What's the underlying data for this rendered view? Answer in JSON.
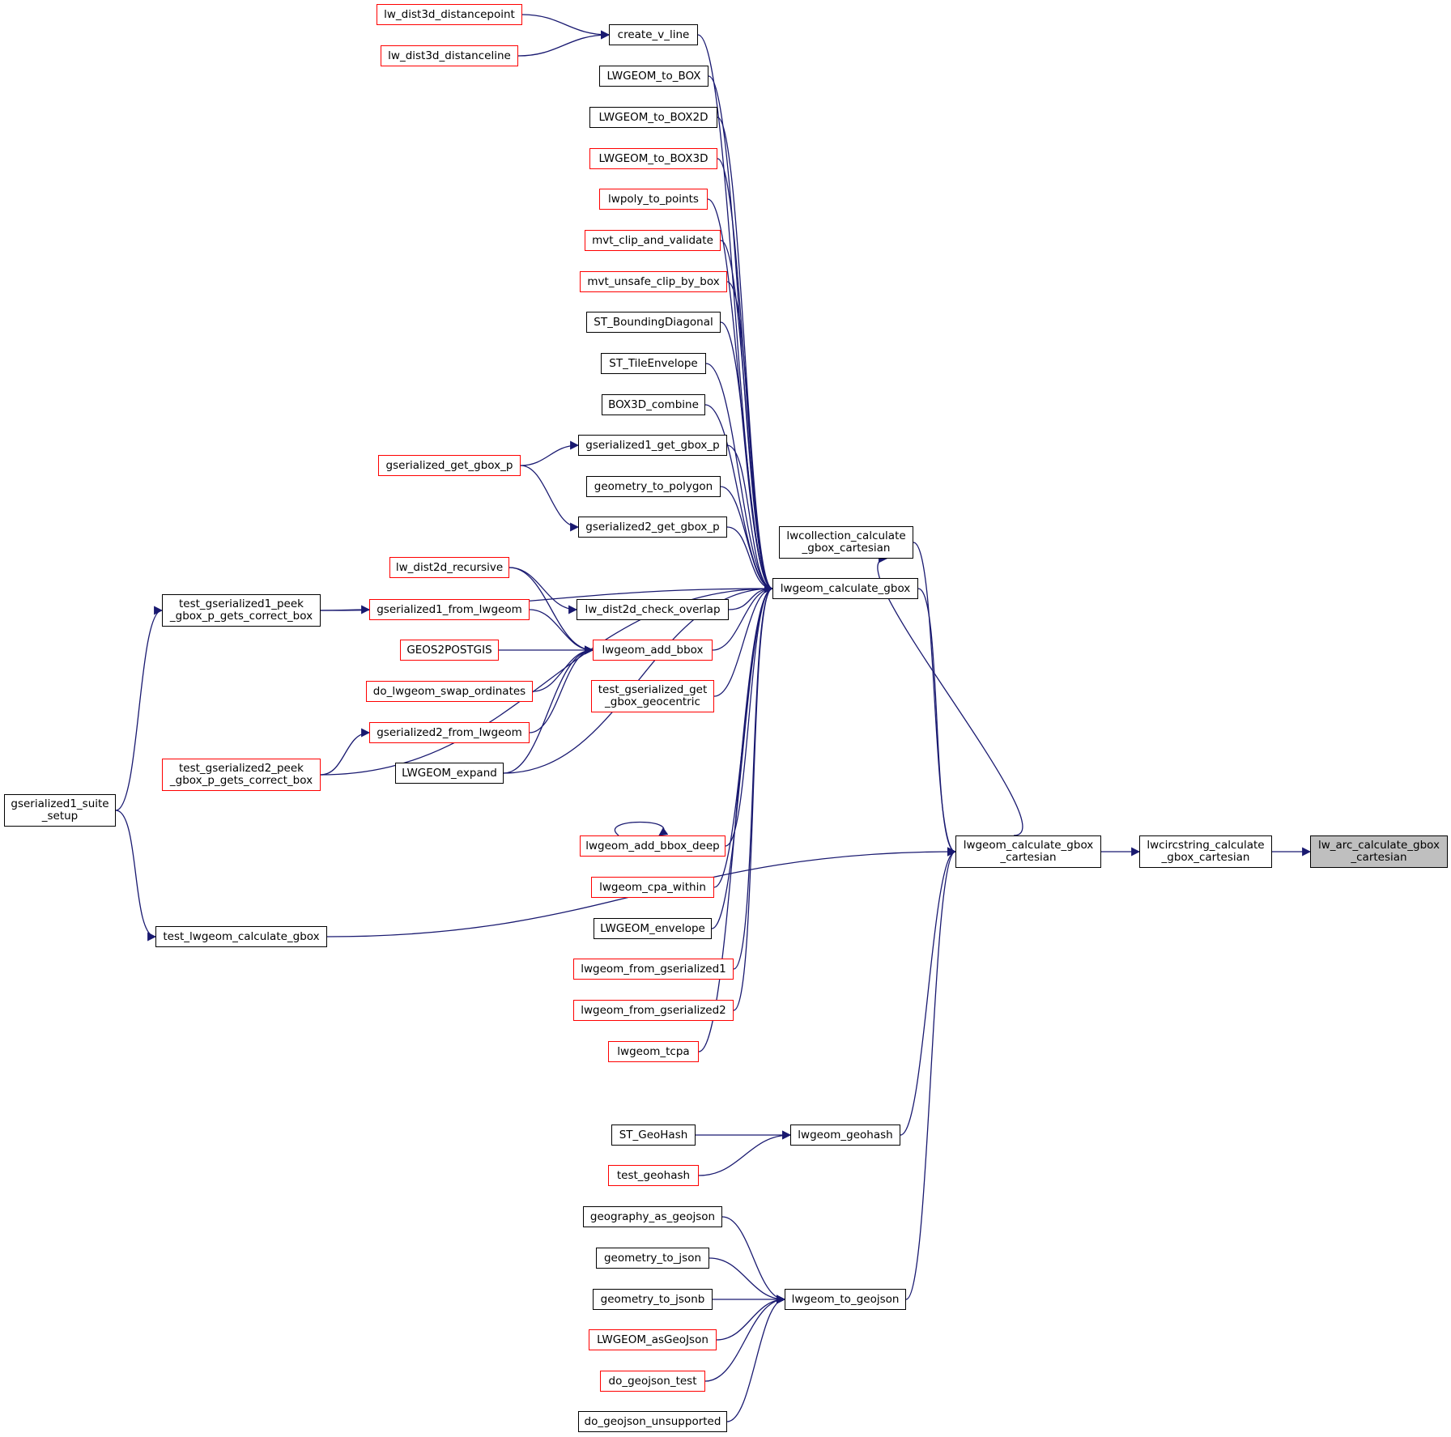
{
  "colors": {
    "edge": "#191970",
    "box_black": "#000000",
    "box_red": "#ff0000",
    "current_fill": "#bfbfbf",
    "background": "#ffffff"
  },
  "nodes": {
    "lw_arc_calculate_gbox_cartesian": {
      "label": "lw_arc_calculate_gbox\n_cartesian",
      "style": "current"
    },
    "lwcircstring_calculate_gbox_cartesian": {
      "label": "lwcircstring_calculate\n_gbox_cartesian",
      "style": "black"
    },
    "lwgeom_calculate_gbox_cartesian": {
      "label": "lwgeom_calculate_gbox\n_cartesian",
      "style": "black"
    },
    "lwcollection_calculate_gbox_cartesian": {
      "label": "lwcollection_calculate\n_gbox_cartesian",
      "style": "black"
    },
    "lwgeom_calculate_gbox": {
      "label": "lwgeom_calculate_gbox",
      "style": "black"
    },
    "lwgeom_geohash": {
      "label": "lwgeom_geohash",
      "style": "black"
    },
    "lwgeom_to_geojson": {
      "label": "lwgeom_to_geojson",
      "style": "black"
    },
    "create_v_line": {
      "label": "create_v_line",
      "style": "black"
    },
    "LWGEOM_to_BOX": {
      "label": "LWGEOM_to_BOX",
      "style": "black"
    },
    "LWGEOM_to_BOX2D": {
      "label": "LWGEOM_to_BOX2D",
      "style": "black"
    },
    "LWGEOM_to_BOX3D": {
      "label": "LWGEOM_to_BOX3D",
      "style": "red"
    },
    "lwpoly_to_points": {
      "label": "lwpoly_to_points",
      "style": "red"
    },
    "mvt_clip_and_validate": {
      "label": "mvt_clip_and_validate",
      "style": "red"
    },
    "mvt_unsafe_clip_by_box": {
      "label": "mvt_unsafe_clip_by_box",
      "style": "red"
    },
    "ST_BoundingDiagonal": {
      "label": "ST_BoundingDiagonal",
      "style": "black"
    },
    "ST_TileEnvelope": {
      "label": "ST_TileEnvelope",
      "style": "black"
    },
    "BOX3D_combine": {
      "label": "BOX3D_combine",
      "style": "black"
    },
    "gserialized1_get_gbox_p": {
      "label": "gserialized1_get_gbox_p",
      "style": "black"
    },
    "geometry_to_polygon": {
      "label": "geometry_to_polygon",
      "style": "black"
    },
    "gserialized2_get_gbox_p": {
      "label": "gserialized2_get_gbox_p",
      "style": "black"
    },
    "lw_dist2d_check_overlap": {
      "label": "lw_dist2d_check_overlap",
      "style": "black"
    },
    "lwgeom_add_bbox": {
      "label": "lwgeom_add_bbox",
      "style": "red"
    },
    "test_gserialized_get_gbox_geocentric": {
      "label": "test_gserialized_get\n_gbox_geocentric",
      "style": "red"
    },
    "lwgeom_add_bbox_deep": {
      "label": "lwgeom_add_bbox_deep",
      "style": "red"
    },
    "lwgeom_cpa_within": {
      "label": "lwgeom_cpa_within",
      "style": "red"
    },
    "LWGEOM_envelope": {
      "label": "LWGEOM_envelope",
      "style": "black"
    },
    "lwgeom_from_gserialized1": {
      "label": "lwgeom_from_gserialized1",
      "style": "red"
    },
    "lwgeom_from_gserialized2": {
      "label": "lwgeom_from_gserialized2",
      "style": "red"
    },
    "lwgeom_tcpa": {
      "label": "lwgeom_tcpa",
      "style": "red"
    },
    "ST_GeoHash": {
      "label": "ST_GeoHash",
      "style": "black"
    },
    "test_geohash": {
      "label": "test_geohash",
      "style": "red"
    },
    "geography_as_geojson": {
      "label": "geography_as_geojson",
      "style": "black"
    },
    "geometry_to_json": {
      "label": "geometry_to_json",
      "style": "black"
    },
    "geometry_to_jsonb": {
      "label": "geometry_to_jsonb",
      "style": "black"
    },
    "LWGEOM_asGeoJson": {
      "label": "LWGEOM_asGeoJson",
      "style": "red"
    },
    "do_geojson_test": {
      "label": "do_geojson_test",
      "style": "red"
    },
    "do_geojson_unsupported": {
      "label": "do_geojson_unsupported",
      "style": "black"
    },
    "lw_dist3d_distancepoint": {
      "label": "lw_dist3d_distancepoint",
      "style": "red"
    },
    "lw_dist3d_distanceline": {
      "label": "lw_dist3d_distanceline",
      "style": "red"
    },
    "gserialized_get_gbox_p": {
      "label": "gserialized_get_gbox_p",
      "style": "red"
    },
    "lw_dist2d_recursive": {
      "label": "lw_dist2d_recursive",
      "style": "red"
    },
    "gserialized1_from_lwgeom": {
      "label": "gserialized1_from_lwgeom",
      "style": "red"
    },
    "GEOS2POSTGIS": {
      "label": "GEOS2POSTGIS",
      "style": "red"
    },
    "do_lwgeom_swap_ordinates": {
      "label": "do_lwgeom_swap_ordinates",
      "style": "red"
    },
    "gserialized2_from_lwgeom": {
      "label": "gserialized2_from_lwgeom",
      "style": "red"
    },
    "LWGEOM_expand": {
      "label": "LWGEOM_expand",
      "style": "black"
    },
    "test_gserialized1_peek_gbox_p_gets_correct_box": {
      "label": "test_gserialized1_peek\n_gbox_p_gets_correct_box",
      "style": "black"
    },
    "test_gserialized2_peek_gbox_p_gets_correct_box": {
      "label": "test_gserialized2_peek\n_gbox_p_gets_correct_box",
      "style": "red"
    },
    "test_lwgeom_calculate_gbox": {
      "label": "test_lwgeom_calculate_gbox",
      "style": "black"
    },
    "gserialized1_suite_setup": {
      "label": "gserialized1_suite\n_setup",
      "style": "black"
    }
  },
  "edges": [
    [
      "lwcircstring_calculate_gbox_cartesian",
      "lw_arc_calculate_gbox_cartesian"
    ],
    [
      "lwgeom_calculate_gbox_cartesian",
      "lwcircstring_calculate_gbox_cartesian"
    ],
    [
      "lwcollection_calculate_gbox_cartesian",
      "lwgeom_calculate_gbox_cartesian"
    ],
    [
      "lwgeom_calculate_gbox_cartesian",
      "lwcollection_calculate_gbox_cartesian"
    ],
    [
      "lwgeom_calculate_gbox",
      "lwgeom_calculate_gbox_cartesian"
    ],
    [
      "lwgeom_geohash",
      "lwgeom_calculate_gbox_cartesian"
    ],
    [
      "lwgeom_to_geojson",
      "lwgeom_calculate_gbox_cartesian"
    ],
    [
      "test_lwgeom_calculate_gbox",
      "lwgeom_calculate_gbox_cartesian"
    ],
    [
      "create_v_line",
      "lwgeom_calculate_gbox"
    ],
    [
      "LWGEOM_to_BOX",
      "lwgeom_calculate_gbox"
    ],
    [
      "LWGEOM_to_BOX2D",
      "lwgeom_calculate_gbox"
    ],
    [
      "LWGEOM_to_BOX3D",
      "lwgeom_calculate_gbox"
    ],
    [
      "lwpoly_to_points",
      "lwgeom_calculate_gbox"
    ],
    [
      "mvt_clip_and_validate",
      "lwgeom_calculate_gbox"
    ],
    [
      "mvt_unsafe_clip_by_box",
      "lwgeom_calculate_gbox"
    ],
    [
      "ST_BoundingDiagonal",
      "lwgeom_calculate_gbox"
    ],
    [
      "ST_TileEnvelope",
      "lwgeom_calculate_gbox"
    ],
    [
      "BOX3D_combine",
      "lwgeom_calculate_gbox"
    ],
    [
      "gserialized1_get_gbox_p",
      "lwgeom_calculate_gbox"
    ],
    [
      "geometry_to_polygon",
      "lwgeom_calculate_gbox"
    ],
    [
      "gserialized2_get_gbox_p",
      "lwgeom_calculate_gbox"
    ],
    [
      "test_gserialized1_peek_gbox_p_gets_correct_box",
      "lwgeom_calculate_gbox"
    ],
    [
      "lw_dist2d_check_overlap",
      "lwgeom_calculate_gbox"
    ],
    [
      "lwgeom_add_bbox",
      "lwgeom_calculate_gbox"
    ],
    [
      "test_gserialized_get_gbox_geocentric",
      "lwgeom_calculate_gbox"
    ],
    [
      "LWGEOM_expand",
      "lwgeom_calculate_gbox"
    ],
    [
      "test_gserialized2_peek_gbox_p_gets_correct_box",
      "lwgeom_calculate_gbox"
    ],
    [
      "lwgeom_add_bbox_deep",
      "lwgeom_calculate_gbox"
    ],
    [
      "lwgeom_cpa_within",
      "lwgeom_calculate_gbox"
    ],
    [
      "LWGEOM_envelope",
      "lwgeom_calculate_gbox"
    ],
    [
      "lwgeom_from_gserialized1",
      "lwgeom_calculate_gbox"
    ],
    [
      "lwgeom_from_gserialized2",
      "lwgeom_calculate_gbox"
    ],
    [
      "lwgeom_tcpa",
      "lwgeom_calculate_gbox"
    ],
    [
      "lw_dist3d_distancepoint",
      "create_v_line"
    ],
    [
      "lw_dist3d_distanceline",
      "create_v_line"
    ],
    [
      "gserialized_get_gbox_p",
      "gserialized1_get_gbox_p"
    ],
    [
      "gserialized_get_gbox_p",
      "gserialized2_get_gbox_p"
    ],
    [
      "lw_dist2d_recursive",
      "lw_dist2d_check_overlap"
    ],
    [
      "lw_dist2d_recursive",
      "lwgeom_add_bbox"
    ],
    [
      "gserialized1_from_lwgeom",
      "lwgeom_add_bbox"
    ],
    [
      "GEOS2POSTGIS",
      "lwgeom_add_bbox"
    ],
    [
      "do_lwgeom_swap_ordinates",
      "lwgeom_add_bbox"
    ],
    [
      "gserialized2_from_lwgeom",
      "lwgeom_add_bbox"
    ],
    [
      "LWGEOM_expand",
      "lwgeom_add_bbox"
    ],
    [
      "lwgeom_add_bbox_deep",
      "lwgeom_add_bbox_deep"
    ],
    [
      "test_gserialized1_peek_gbox_p_gets_correct_box",
      "gserialized1_from_lwgeom"
    ],
    [
      "test_gserialized2_peek_gbox_p_gets_correct_box",
      "gserialized2_from_lwgeom"
    ],
    [
      "gserialized1_suite_setup",
      "test_gserialized1_peek_gbox_p_gets_correct_box"
    ],
    [
      "gserialized1_suite_setup",
      "test_lwgeom_calculate_gbox"
    ],
    [
      "ST_GeoHash",
      "lwgeom_geohash"
    ],
    [
      "test_geohash",
      "lwgeom_geohash"
    ],
    [
      "geography_as_geojson",
      "lwgeom_to_geojson"
    ],
    [
      "geometry_to_json",
      "lwgeom_to_geojson"
    ],
    [
      "geometry_to_jsonb",
      "lwgeom_to_geojson"
    ],
    [
      "LWGEOM_asGeoJson",
      "lwgeom_to_geojson"
    ],
    [
      "do_geojson_test",
      "lwgeom_to_geojson"
    ],
    [
      "do_geojson_unsupported",
      "lwgeom_to_geojson"
    ]
  ]
}
